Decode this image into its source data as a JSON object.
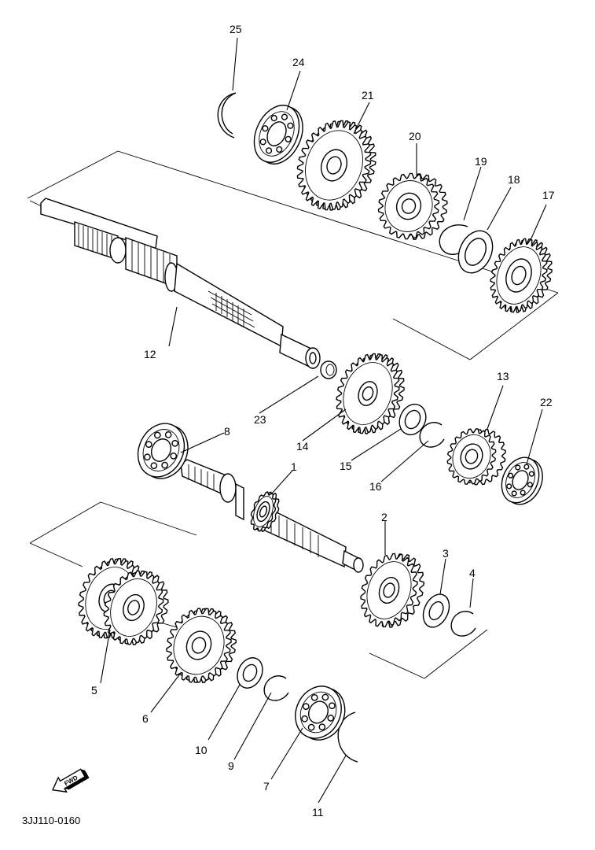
{
  "diagram": {
    "drawing_code": "3JJ110-0160",
    "direction_badge": "FWD",
    "parts": [
      {
        "id": "p1",
        "label": "1",
        "name": "main-axle"
      },
      {
        "id": "p2",
        "label": "2",
        "name": "gear"
      },
      {
        "id": "p3",
        "label": "3",
        "name": "washer"
      },
      {
        "id": "p4",
        "label": "4",
        "name": "circlip"
      },
      {
        "id": "p5",
        "label": "5",
        "name": "double-gear"
      },
      {
        "id": "p6",
        "label": "6",
        "name": "gear"
      },
      {
        "id": "p7",
        "label": "7",
        "name": "bearing"
      },
      {
        "id": "p8",
        "label": "8",
        "name": "bearing"
      },
      {
        "id": "p9",
        "label": "9",
        "name": "circlip"
      },
      {
        "id": "p10",
        "label": "10",
        "name": "washer"
      },
      {
        "id": "p11",
        "label": "11",
        "name": "circlip"
      },
      {
        "id": "p12",
        "label": "12",
        "name": "drive-axle"
      },
      {
        "id": "p13",
        "label": "13",
        "name": "gear"
      },
      {
        "id": "p14",
        "label": "14",
        "name": "gear"
      },
      {
        "id": "p15",
        "label": "15",
        "name": "washer"
      },
      {
        "id": "p16",
        "label": "16",
        "name": "circlip"
      },
      {
        "id": "p17",
        "label": "17",
        "name": "gear"
      },
      {
        "id": "p18",
        "label": "18",
        "name": "washer"
      },
      {
        "id": "p19",
        "label": "19",
        "name": "circlip"
      },
      {
        "id": "p20",
        "label": "20",
        "name": "gear"
      },
      {
        "id": "p21",
        "label": "21",
        "name": "gear"
      },
      {
        "id": "p22",
        "label": "22",
        "name": "bearing"
      },
      {
        "id": "p23",
        "label": "23",
        "name": "collar"
      },
      {
        "id": "p24",
        "label": "24",
        "name": "bearing"
      },
      {
        "id": "p25",
        "label": "25",
        "name": "circlip"
      }
    ]
  }
}
